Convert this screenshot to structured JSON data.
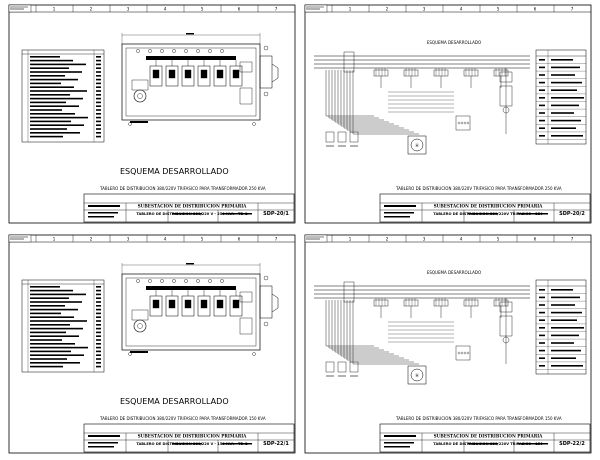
{
  "sheets": [
    {
      "id": "s1",
      "type": "front",
      "caption": "ESQUEMA DESARROLLADO",
      "subtitle": "TABLERO DE DISTRIBUCION  380/220V TRIFASICO PARA TRANSFORMADOR 250 KVA",
      "tb_title": "SUBESTACION DE DISTRIBUCION PRIMARIA",
      "tb_subtitle": "TABLERO DE DISTRIBUCION 380/220 V - 250 KVA - TD-2",
      "code": "SDP-20/1"
    },
    {
      "id": "s2",
      "type": "schematic",
      "caption": "ESQUEMA DESARROLLADO",
      "subtitle": "TABLERO DE DISTRIBUCION  380/220V TRIFASICO PARA TRANSFORMADOR 250 KVA",
      "tb_title": "SUBESTACION DE DISTRIBUCION PRIMARIA",
      "tb_subtitle": "TABLERO DE DISTRIBUCION 380/220V TRIFASICO - 250",
      "code": "SDP-20/2"
    },
    {
      "id": "s3",
      "type": "front",
      "caption": "ESQUEMA DESARROLLADO",
      "subtitle": "TABLERO DE DISTRIBUCION  380/220V TRIFASICO PARA TRANSFORMADOR 150 KVA",
      "tb_title": "SUBESTACION DE DISTRIBUCION PRIMARIA",
      "tb_subtitle": "TABLERO DE DISTRIBUCION 380/220 V - 150 KVA - TD-2",
      "code": "SDP-22/1"
    },
    {
      "id": "s4",
      "type": "schematic",
      "caption": "ESQUEMA DESARROLLADO",
      "subtitle": "TABLERO DE DISTRIBUCION  380/220V TRIFASICO PARA TRANSFORMADOR 150 KVA",
      "tb_title": "SUBESTACION DE DISTRIBUCION PRIMARIA",
      "tb_subtitle": "TABLERO DE DISTRIBUCION 380/220V TRIFASICO - 150",
      "code": "SDP-22/2"
    }
  ],
  "grid_numbers": [
    "1",
    "2",
    "3",
    "4",
    "5",
    "6",
    "7"
  ],
  "meter_symbol": "H"
}
